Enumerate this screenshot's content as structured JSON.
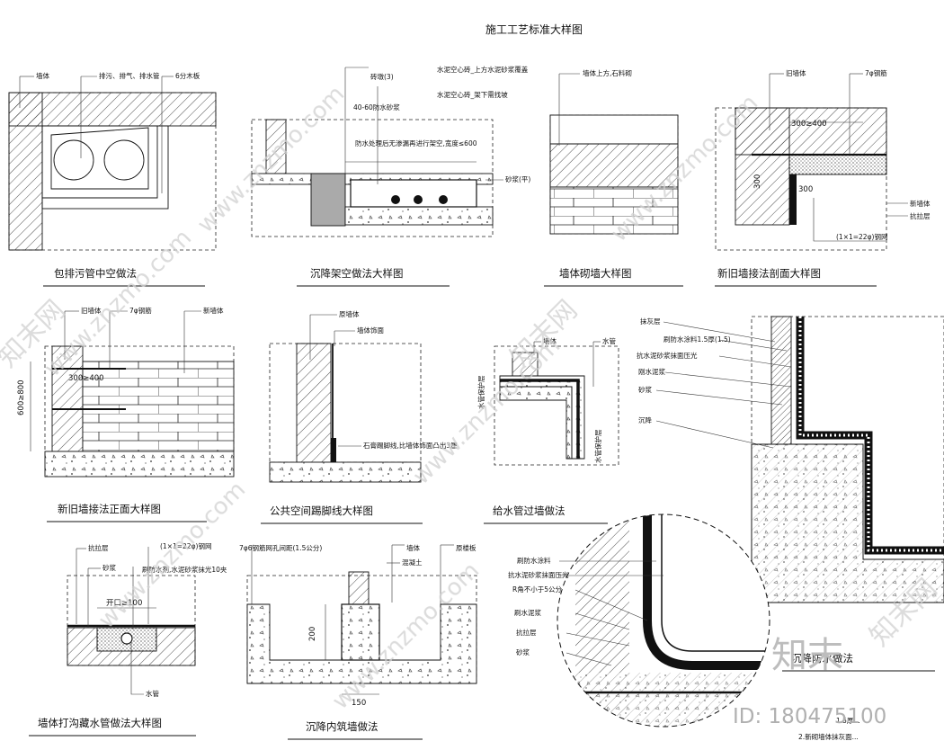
{
  "page_title": "施工工艺标准大样图",
  "watermark": {
    "diagonal_text": "www.znzmo.com",
    "brand_cn": "知末网",
    "logo_text": "知末",
    "id_text": "ID: 180475100"
  },
  "details": [
    {
      "caption": "包排污管中空做法",
      "labels": [
        "墙体",
        "排污、排气、排水管",
        "6分木板"
      ]
    },
    {
      "caption": "沉降架空做法大样图",
      "labels": [
        "砖墩(3)",
        "水泥空心砖_上方水泥砂浆覆盖",
        "40-60防水砂浆",
        "水泥空心砖_架下需找坡",
        "防水处理后无渗漏再进行架空,宽度≤600",
        "砂浆(平)"
      ]
    },
    {
      "caption": "墙体砌墙大样图",
      "labels": [
        "墙体上方,石料砌"
      ]
    },
    {
      "caption": "新旧墙接法剖面大样图",
      "labels": [
        "旧墙体",
        "7φ钢筋",
        "300≥400",
        "300",
        "300",
        "新墙体",
        "抗拉层",
        "(1×1=22φ)钢网"
      ]
    },
    {
      "caption": "新旧墙接法正面大样图",
      "labels": [
        "旧墙体",
        "7φ钢筋",
        "新墙体",
        "300≥400",
        "600≥800"
      ]
    },
    {
      "caption": "公共空间踢脚线大样图",
      "labels": [
        "原墙体",
        "墙体饰面",
        "石膏踢脚线,比墙体饰面凸出3厘"
      ]
    },
    {
      "caption": "给水管过墙做法",
      "labels": [
        "墙体",
        "水管",
        "水管保护层",
        "水管保护层"
      ]
    },
    {
      "caption": "墙体打沟藏水管做法大样图",
      "labels": [
        "抗拉层",
        "(1×1=22φ)钢网",
        "砂浆",
        "刷防水剂,水泥砂浆抹光10夹",
        "开口≥100",
        "水管"
      ]
    },
    {
      "caption": "沉降内筑墙做法",
      "labels": [
        "7φ6钢筋网孔间距(1.5公分)",
        "墙体",
        "混凝土",
        "原楼板",
        "200",
        "150"
      ]
    },
    {
      "caption": "沉降防水做法",
      "labels": [
        "抹灰层",
        "刷防水涂料1.5厚(1.5)",
        "抗水泥砂浆抹面压光",
        "刚水泥浆",
        "砂浆",
        "沉降"
      ]
    }
  ],
  "bubble_labels": [
    "刷防水涂料",
    "抗水泥砂浆抹面压光",
    "R角不小于5公分",
    "刷水泥浆",
    "抗拉层",
    "砂浆"
  ],
  "footnote": [
    "1.5厚...",
    "2.新砌墙体抹灰面..."
  ]
}
